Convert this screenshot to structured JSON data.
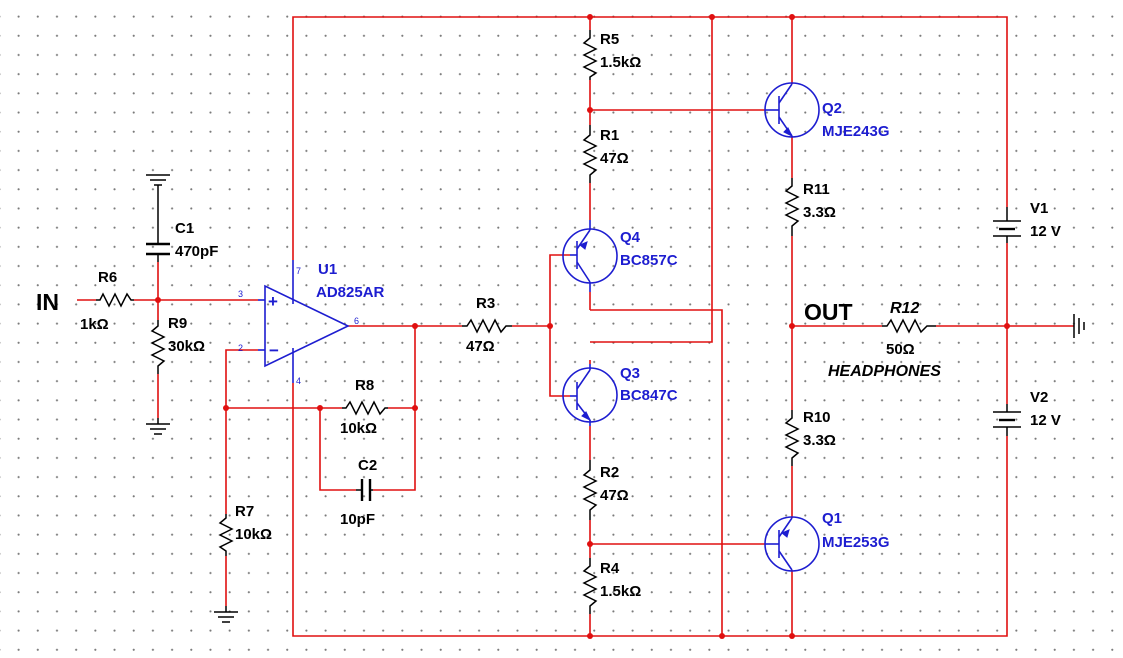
{
  "labels": {
    "input": "IN",
    "output": "OUT",
    "load_name": "HEADPHONES"
  },
  "components": {
    "r1": {
      "ref": "R1",
      "value": "47Ω"
    },
    "r2": {
      "ref": "R2",
      "value": "47Ω"
    },
    "r3": {
      "ref": "R3",
      "value": "47Ω"
    },
    "r4": {
      "ref": "R4",
      "value": "1.5kΩ"
    },
    "r5": {
      "ref": "R5",
      "value": "1.5kΩ"
    },
    "r6": {
      "ref": "R6",
      "value": "1kΩ"
    },
    "r7": {
      "ref": "R7",
      "value": "10kΩ"
    },
    "r8": {
      "ref": "R8",
      "value": "10kΩ"
    },
    "r9": {
      "ref": "R9",
      "value": "30kΩ"
    },
    "r10": {
      "ref": "R10",
      "value": "3.3Ω"
    },
    "r11": {
      "ref": "R11",
      "value": "3.3Ω"
    },
    "r12": {
      "ref": "R12",
      "value": "50Ω"
    },
    "c1": {
      "ref": "C1",
      "value": "470pF"
    },
    "c2": {
      "ref": "C2",
      "value": "10pF"
    },
    "u1": {
      "ref": "U1",
      "value": "AD825AR",
      "pin_plus": "3",
      "pin_minus": "2",
      "pin_out": "6",
      "pin_vpos": "7",
      "pin_vneg": "4",
      "plus_sign": "+",
      "minus_sign": "−"
    },
    "q1": {
      "ref": "Q1",
      "value": "MJE253G"
    },
    "q2": {
      "ref": "Q2",
      "value": "MJE243G"
    },
    "q3": {
      "ref": "Q3",
      "value": "BC847C"
    },
    "q4": {
      "ref": "Q4",
      "value": "BC857C"
    },
    "v1": {
      "ref": "V1",
      "value": "12 V"
    },
    "v2": {
      "ref": "V2",
      "value": "12 V"
    }
  }
}
